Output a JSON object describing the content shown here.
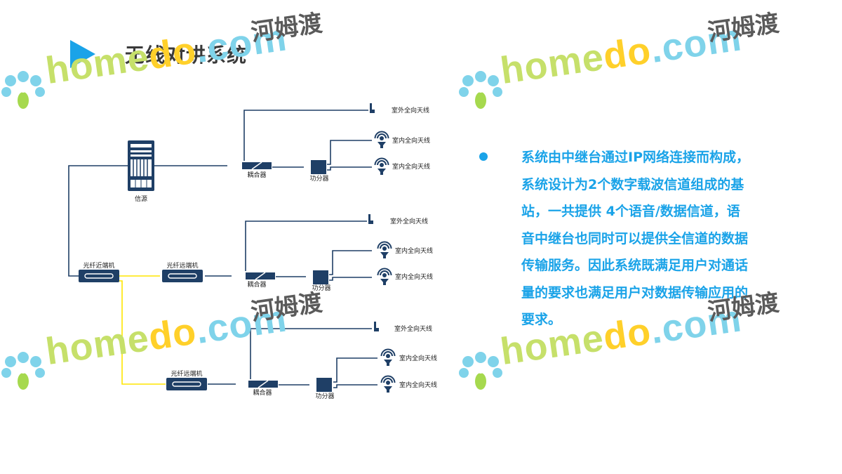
{
  "title": "无线对讲系统",
  "description": "系统由中继台通过IP网络连接而构成，系统设计为2个数字载波信道组成的基站，一共提供  4个语音/数据信道，语音中继台也同时可以提供全信道的数据传输服务。因此系统既满足用户对通话量的要求也满足用户对数据传输应用的要求。",
  "diagram": {
    "source_label": "信源",
    "near_end_label": "光纤近端机",
    "remote_end_label": "光纤远端机",
    "coupler_label": "耦合器",
    "splitter_label": "功分器",
    "outdoor_antenna_label": "室外全向天线",
    "indoor_antenna_label": "室内全向天线"
  },
  "watermark": {
    "brand_a": "home",
    "brand_b": "do",
    "brand_c": ".com",
    "cn": "河姆渡"
  },
  "colors": {
    "accent": "#1aa3e8",
    "device": "#1f3f66",
    "fiber": "#ffe600",
    "line": "#1f3f66"
  }
}
